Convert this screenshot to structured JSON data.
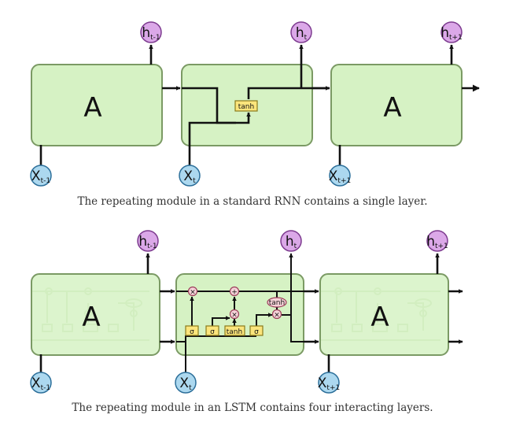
{
  "captions": {
    "rnn": "The repeating module in a standard RNN contains a single layer.",
    "lstm": "The repeating module in an LSTM contains four interacting layers."
  },
  "rnn": {
    "cells": [
      "A",
      "",
      "A"
    ],
    "layer_label": "tanh",
    "inputs": [
      {
        "main": "X",
        "sub": "t-1"
      },
      {
        "main": "X",
        "sub": "t"
      },
      {
        "main": "X",
        "sub": "t+1"
      }
    ],
    "outputs": [
      {
        "main": "h",
        "sub": "t-1"
      },
      {
        "main": "h",
        "sub": "t"
      },
      {
        "main": "h",
        "sub": "t+1"
      }
    ]
  },
  "lstm": {
    "cells": [
      "A",
      "",
      "A"
    ],
    "layers": [
      "σ",
      "σ",
      "tanh",
      "σ"
    ],
    "pointwise_ops": [
      "×",
      "+",
      "×",
      "×"
    ],
    "pointwise_tanh": "tanh",
    "inputs": [
      {
        "main": "X",
        "sub": "t-1"
      },
      {
        "main": "X",
        "sub": "t"
      },
      {
        "main": "X",
        "sub": "t+1"
      }
    ],
    "outputs": [
      {
        "main": "h",
        "sub": "t-1"
      },
      {
        "main": "h",
        "sub": "t"
      },
      {
        "main": "h",
        "sub": "t+1"
      }
    ]
  },
  "colors": {
    "cell_fill": "#d6f2c4",
    "cell_stroke": "#7b9a64",
    "layer_fill": "#fbe57c",
    "layer_stroke": "#8a7a1c",
    "op_fill": "#f6d2d8",
    "op_stroke": "#9b3d5a",
    "input_fill": "#acd8ef",
    "input_stroke": "#2c6f9a",
    "output_fill": "#dba8e8",
    "output_stroke": "#7d3b8f",
    "line": "#111111"
  }
}
